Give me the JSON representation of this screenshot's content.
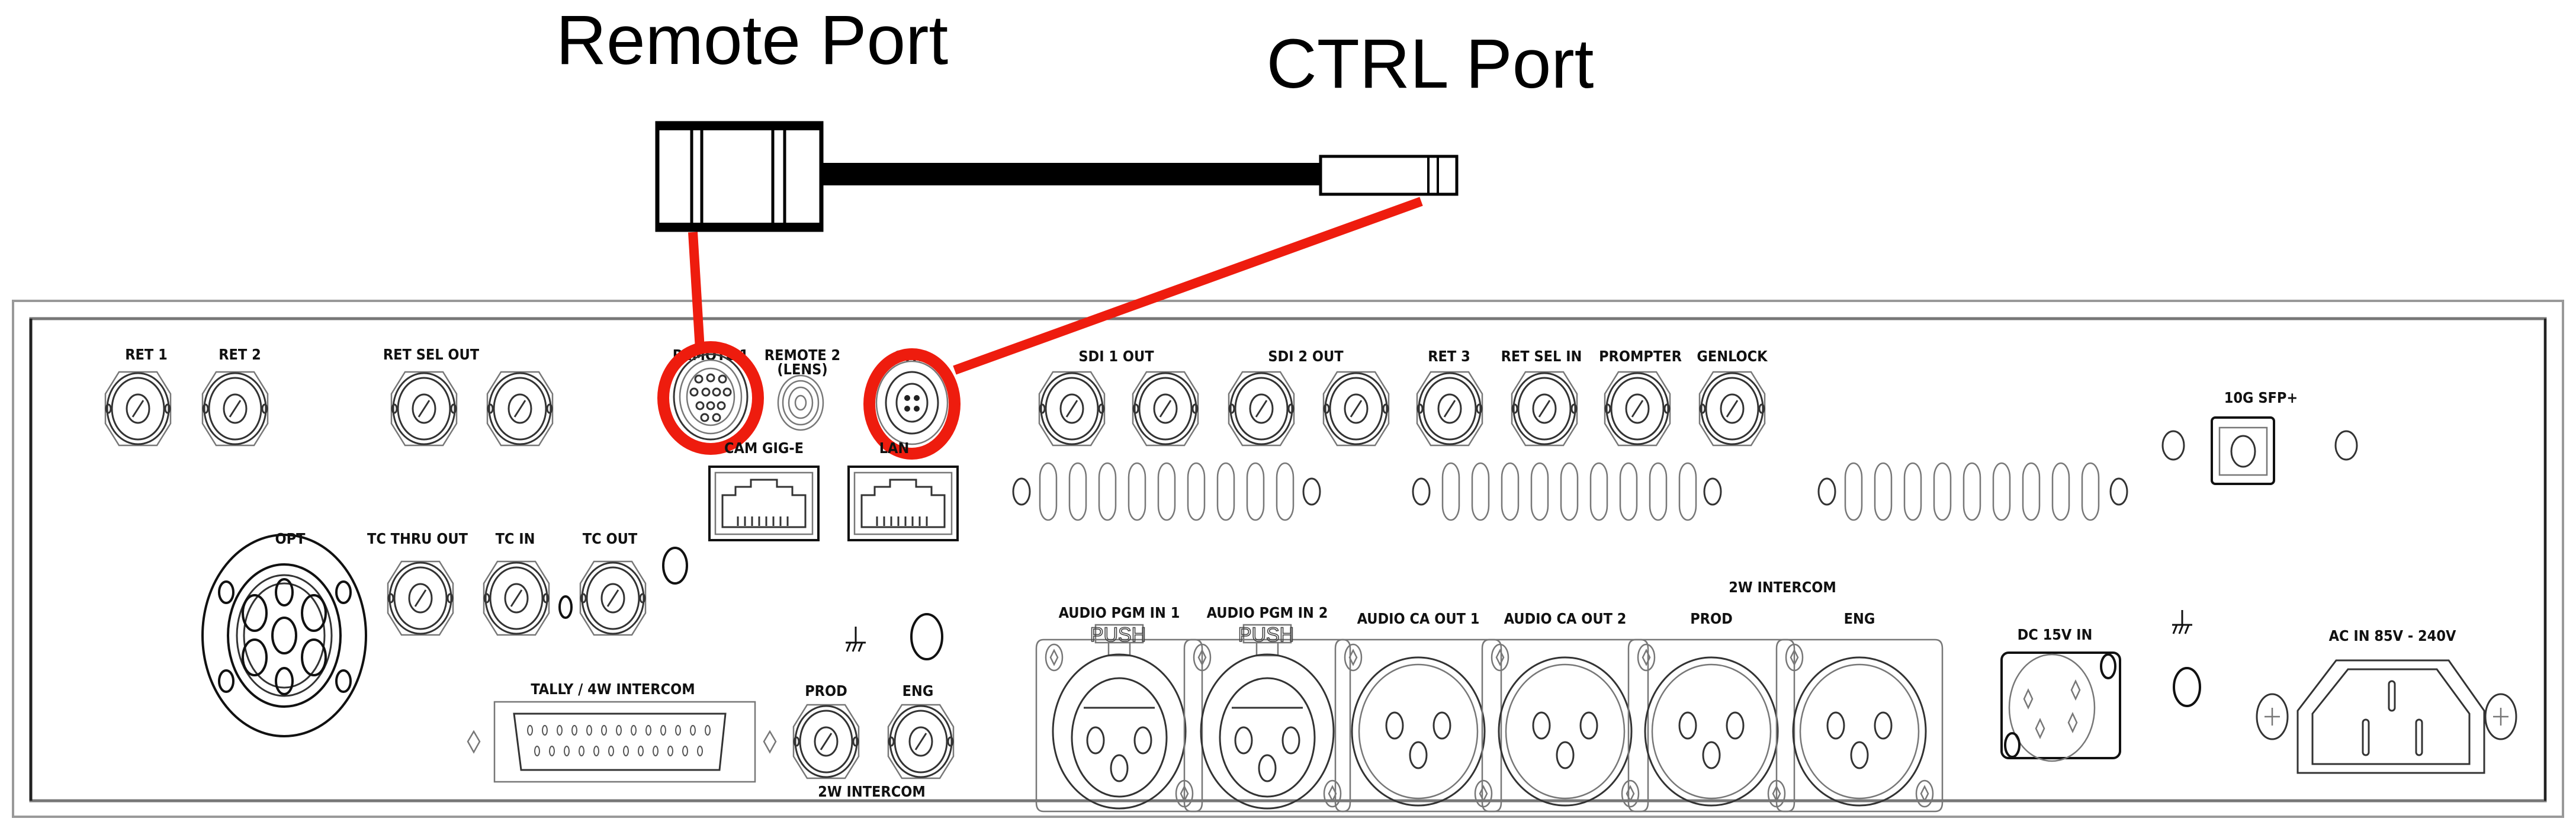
{
  "diagram": {
    "titles": {
      "remote_port": "Remote Port",
      "ctrl_port": "CTRL Port"
    },
    "highlight_color": "#ee1c0e",
    "cable": {
      "description": "Cable linking Remote Port connector to CTRL Port plug",
      "remote_end": "remote-connector-icon",
      "ctrl_end": "ctrl-plug-icon"
    },
    "highlighted_ports": [
      "REMOTE 1",
      "CTRL"
    ],
    "panel": {
      "top_row": {
        "ret1": "RET 1",
        "ret2": "RET 2",
        "ret_sel_out": "RET SEL OUT",
        "remote1": "REMOTE 1",
        "remote2_line1": "REMOTE 2",
        "remote2_line2": "(LENS)",
        "ctrl": "CTRL",
        "sdi1_out": "SDI 1 OUT",
        "sdi2_out": "SDI 2 OUT",
        "ret3": "RET 3",
        "ret_sel_in": "RET SEL IN",
        "prompter": "PROMPTER",
        "genlock": "GENLOCK",
        "sfp": "10G SFP+"
      },
      "network": {
        "cam_gige": "CAM GIG-E",
        "lan": "LAN"
      },
      "timecode": {
        "opt": "OPT",
        "tc_thru_out": "TC THRU OUT",
        "tc_in": "TC IN",
        "tc_out": "TC OUT"
      },
      "lower_left": {
        "tally": "TALLY / 4W INTERCOM",
        "prod": "PROD",
        "eng": "ENG",
        "intercom_2w": "2W INTERCOM"
      },
      "audio": {
        "pgm_in1": "AUDIO PGM IN 1",
        "pgm_in2": "AUDIO PGM IN 2",
        "ca_out1": "AUDIO CA OUT 1",
        "ca_out2": "AUDIO CA OUT 2",
        "prod": "PROD",
        "eng": "ENG",
        "intercom_2w": "2W INTERCOM",
        "push": "PUSH"
      },
      "power": {
        "dc_in": "DC 15V IN",
        "ac_in": "AC IN 85V - 240V"
      }
    }
  }
}
